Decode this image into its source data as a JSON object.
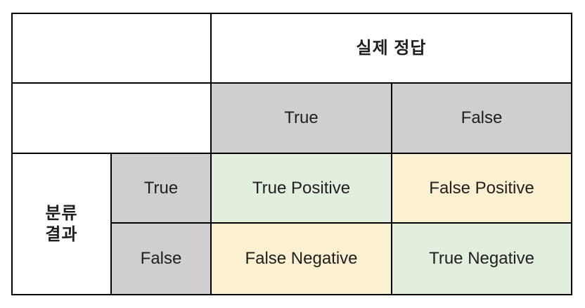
{
  "matrix": {
    "col_group_header": "실제 정답",
    "row_group_header": "분류\n결과",
    "col_headers": [
      "True",
      "False"
    ],
    "row_headers": [
      "True",
      "False"
    ],
    "cells": [
      [
        "True Positive",
        "False Positive"
      ],
      [
        "False Negative",
        "True Negative"
      ]
    ]
  },
  "colors": {
    "gray": "#d0cece",
    "green": "#e2efdc",
    "yellow": "#fbf0d0",
    "border": "#000000",
    "text": "#1f1f1f",
    "bg": "#ffffff"
  }
}
